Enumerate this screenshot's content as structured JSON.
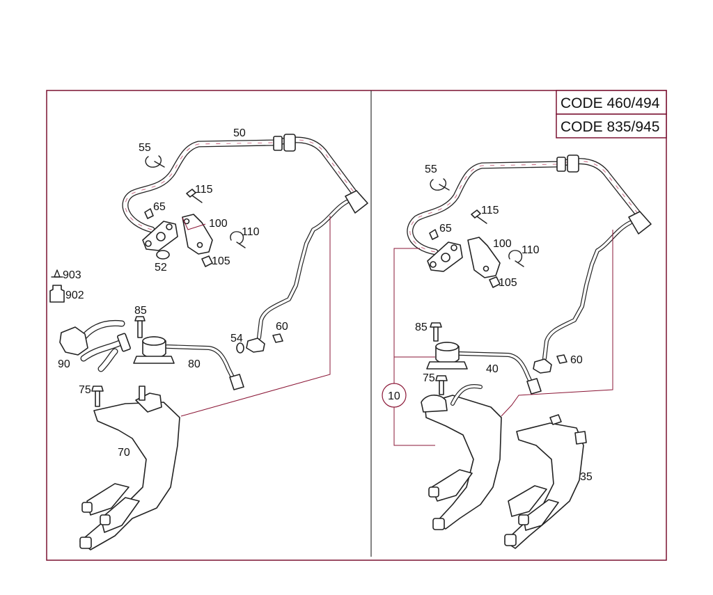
{
  "codes": [
    "CODE 460/494",
    "CODE 835/945"
  ],
  "left_panel": {
    "labels": {
      "p50": "50",
      "p55": "55",
      "p115": "115",
      "p65": "65",
      "p100": "100",
      "p110": "110",
      "p52": "52",
      "p105": "105",
      "p903": "903",
      "p902": "902",
      "p85": "85",
      "p90": "90",
      "p54": "54",
      "p60": "60",
      "p80": "80",
      "p75": "75",
      "p70": "70"
    }
  },
  "right_panel": {
    "labels": {
      "p55": "55",
      "p115": "115",
      "p65": "65",
      "p100": "100",
      "p110": "110",
      "p105": "105",
      "p85": "85",
      "p60": "60",
      "p40": "40",
      "p75": "75",
      "p10": "10",
      "p35": "35"
    }
  }
}
